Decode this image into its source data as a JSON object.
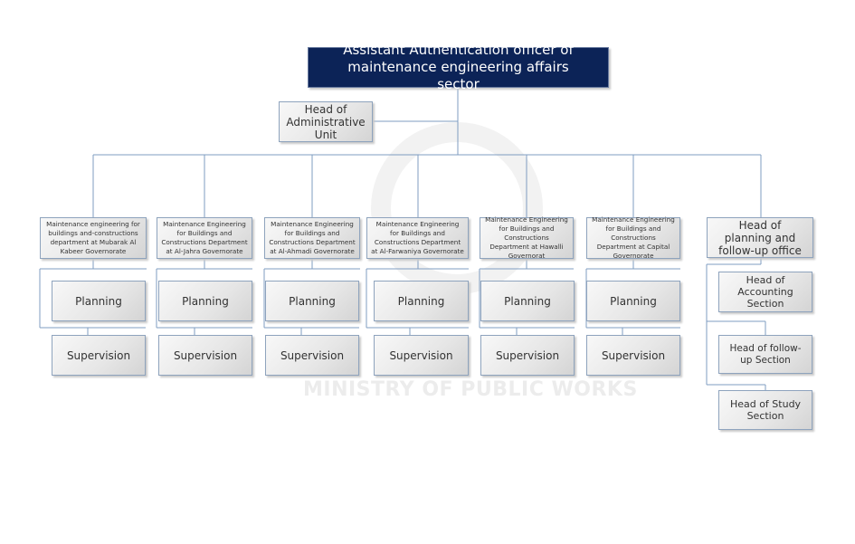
{
  "top": "Assistant Authentication officer of maintenance engineering affairs sector",
  "admin": "Head of Administrative Unit",
  "departments": [
    {
      "title": "Maintenance engineering for buildings and-constructions department at Mubarak Al Kabeer Governorate",
      "planning": "Planning",
      "supervision": "Supervision"
    },
    {
      "title": "Maintenance Engineering for Buildings and Constructions Department at Al-Jahra Governorate",
      "planning": "Planning",
      "supervision": "Supervision"
    },
    {
      "title": "Maintenance Engineering for Buildings and Constructions Department at Al-Ahmadi Governorate",
      "planning": "Planning",
      "supervision": "Supervision"
    },
    {
      "title": "Maintenance Engineering for Buildings and Constructions Department at Al-Farwaniya Governorate",
      "planning": "Planning",
      "supervision": "Supervision"
    },
    {
      "title": "Maintenance Engineering for Buildings and Constructions Department at Hawalli Governorat",
      "planning": "Planning",
      "supervision": "Supervision"
    },
    {
      "title": "Maintenance Engineering for Buildings and Constructions Department at Capital Governorate",
      "planning": "Planning",
      "supervision": "Supervision"
    }
  ],
  "planning_office": {
    "title": "Head of planning and follow-up office",
    "sections": [
      "Head of Accounting Section",
      "Head of follow-up Section",
      "Head of Study Section"
    ]
  },
  "watermark": "MINISTRY OF PUBLIC WORKS",
  "colors": {
    "top_fill": "#0c2357",
    "line": "#7f9cc0"
  }
}
